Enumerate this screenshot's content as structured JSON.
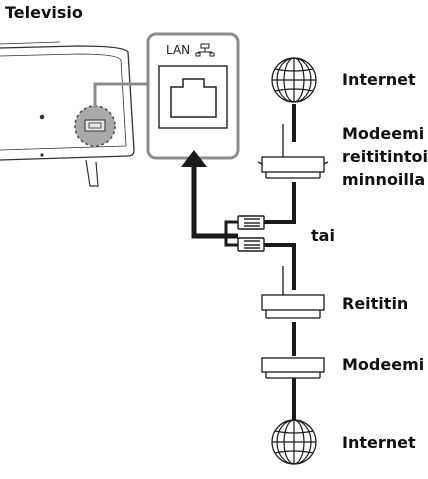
{
  "labels": {
    "television": "Televisio",
    "lan": "LAN",
    "internet_top": "Internet",
    "modem_router_line1": "Modeemi",
    "modem_router_line2": "reititintoi",
    "modem_router_line3": "minnoilla",
    "or": "tai",
    "router": "Reititin",
    "modem": "Modeemi",
    "internet_bottom": "Internet"
  },
  "icons": {
    "television": "tv-rear-icon",
    "lan_port": "ethernet-port-icon",
    "network": "network-symbol-icon",
    "internet": "globe-icon",
    "modem_router": "modem-router-icon",
    "router": "router-icon",
    "modem": "modem-icon",
    "connector": "rj45-plug-icon",
    "arrow": "arrow-up-icon"
  },
  "colors": {
    "line": "#1a1a1a",
    "highlight_box": "#8c8c8c",
    "highlight_fill": "#a9a9a9",
    "arrow": "#1a1a1a"
  }
}
